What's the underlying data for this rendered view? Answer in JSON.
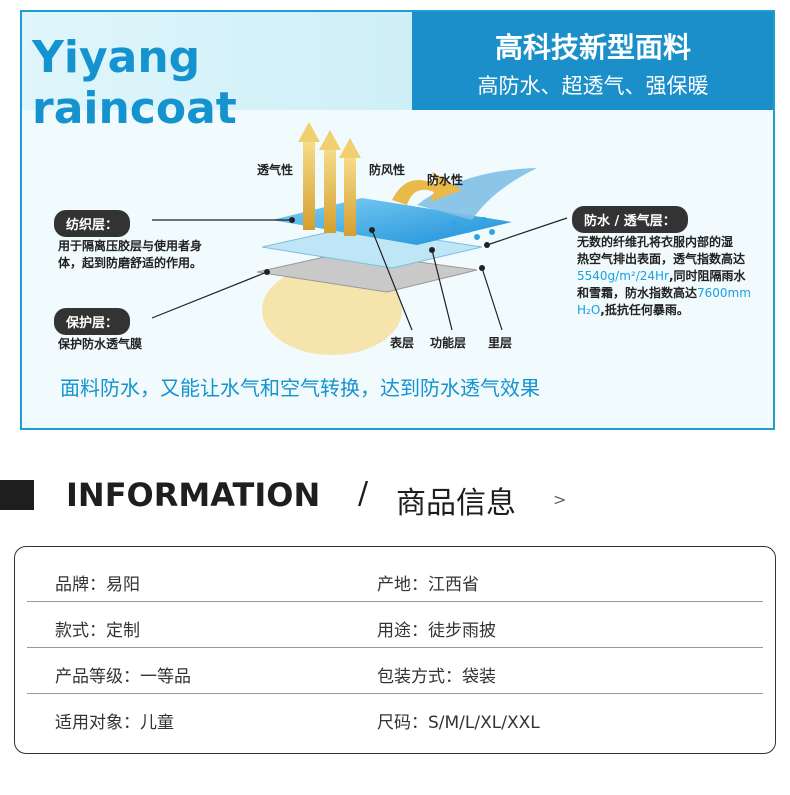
{
  "banner": {
    "brand": "Yiyang raincoat",
    "title": "高科技新型面料",
    "subtitle": "高防水、超透气、强保暖"
  },
  "diagram": {
    "label_breath": "透气性",
    "label_wind": "防风性",
    "label_water": "防水性",
    "tag_textile": "纺织层：",
    "textile_desc_1": "用于隔离压胶层与使用者身",
    "textile_desc_2": "体，起到防磨舒适的作用。",
    "tag_protect": "保护层：",
    "protect_desc": "保护防水透气膜",
    "tag_waterproof": "防水 / 透气层：",
    "wp_line1": "无数的纤维孔将衣服内部的湿",
    "wp_line2": "热空气排出表面，透气指数高达",
    "wp_hl1": "5540g/m²/24Hr",
    "wp_line3": ",同时阻隔雨水",
    "wp_line4": "和雪霜，防水指数高达",
    "wp_hl2": "7600mm",
    "wp_hl3": "H₂O",
    "wp_line5": ",抵抗任何暴雨。",
    "layer_outer": "表层",
    "layer_func": "功能层",
    "layer_inner": "里层"
  },
  "caption": "面料防水，又能让水气和空气转换，达到防水透气效果",
  "info": {
    "title_en": "INFORMATION",
    "slash": "/",
    "title_cn": "商品信息",
    "arrow": ">"
  },
  "table": [
    {
      "left": "品牌：易阳",
      "right": "产地：江西省"
    },
    {
      "left": "款式：定制",
      "right": "用途：徒步雨披"
    },
    {
      "left": "产品等级：一等品",
      "right": "包装方式：袋装"
    },
    {
      "left": "适用对象：儿童",
      "right": "尺码：S/M/L/XL/XXL"
    }
  ]
}
